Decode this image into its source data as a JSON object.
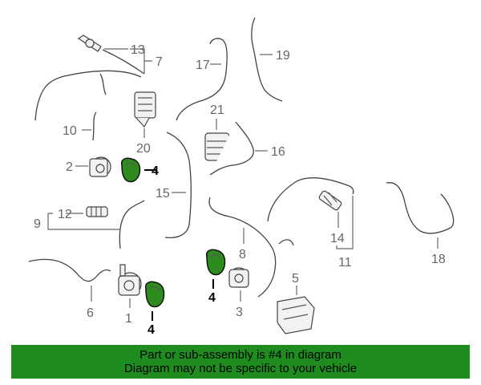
{
  "callouts": {
    "c1": "1",
    "c2": "2",
    "c3": "3",
    "c4a": "4",
    "c4b": "4",
    "c4c": "4",
    "c5": "5",
    "c6": "6",
    "c7": "7",
    "c8": "8",
    "c9": "9",
    "c10": "10",
    "c11": "11",
    "c12": "12",
    "c13": "13",
    "c14": "14",
    "c15": "15",
    "c16": "16",
    "c17": "17",
    "c18": "18",
    "c19": "19",
    "c20": "20",
    "c21": "21"
  },
  "highlight": {
    "part_number": "4",
    "color": "#2e8b1e"
  },
  "banner": {
    "line1": "Part or sub-assembly is #4 in diagram",
    "line2": "Diagram may not be specific to your vehicle",
    "color": "#1e8c1e"
  }
}
